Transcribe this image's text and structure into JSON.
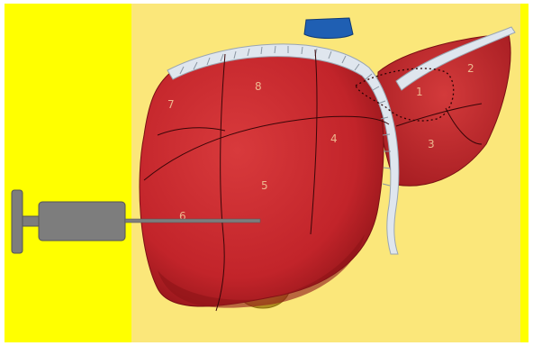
{
  "illustration": {
    "subject": "liver",
    "instrument": "syringe-needle",
    "colors": {
      "frame": "#ffffff",
      "left_panel": "#ffff00",
      "background": "#fbe77a",
      "liver": "#c8262b",
      "liver_shadow": "#8e1418",
      "ligament": "#dfe6ee",
      "gallbladder": "#d4b02a",
      "vessel": "#1f5fb3",
      "syringe": "#7d7d7d",
      "syringe_outline": "#555555"
    }
  },
  "segments": [
    {
      "id": "seg-1",
      "label": "1"
    },
    {
      "id": "seg-2",
      "label": "2"
    },
    {
      "id": "seg-3",
      "label": "3"
    },
    {
      "id": "seg-4",
      "label": "4"
    },
    {
      "id": "seg-5",
      "label": "5"
    },
    {
      "id": "seg-6",
      "label": "6"
    },
    {
      "id": "seg-7",
      "label": "7"
    },
    {
      "id": "seg-8",
      "label": "8"
    }
  ]
}
